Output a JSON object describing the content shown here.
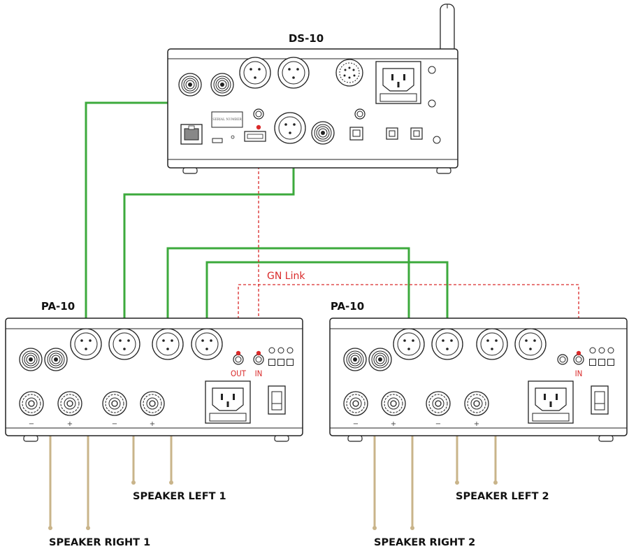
{
  "devices": {
    "ds10": {
      "label": "DS-10",
      "serial_plate": "SERIAL NUMBER"
    },
    "pa10_left": {
      "label": "PA-10",
      "out_label": "OUT",
      "in_label": "IN",
      "minus": "−",
      "plus": "+"
    },
    "pa10_right": {
      "label": "PA-10",
      "in_label": "IN",
      "minus": "−",
      "plus": "+"
    }
  },
  "link": {
    "label": "GN Link"
  },
  "speakers": {
    "left1": "SPEAKER LEFT 1",
    "right1": "SPEAKER RIGHT 1",
    "left2": "SPEAKER LEFT 2",
    "right2": "SPEAKER RIGHT 2"
  },
  "colors": {
    "xlr_cable": "#3caa3c",
    "gn_link": "#d92a2a",
    "speaker_wire": "#c9b48a",
    "chassis_stroke": "#222222"
  }
}
